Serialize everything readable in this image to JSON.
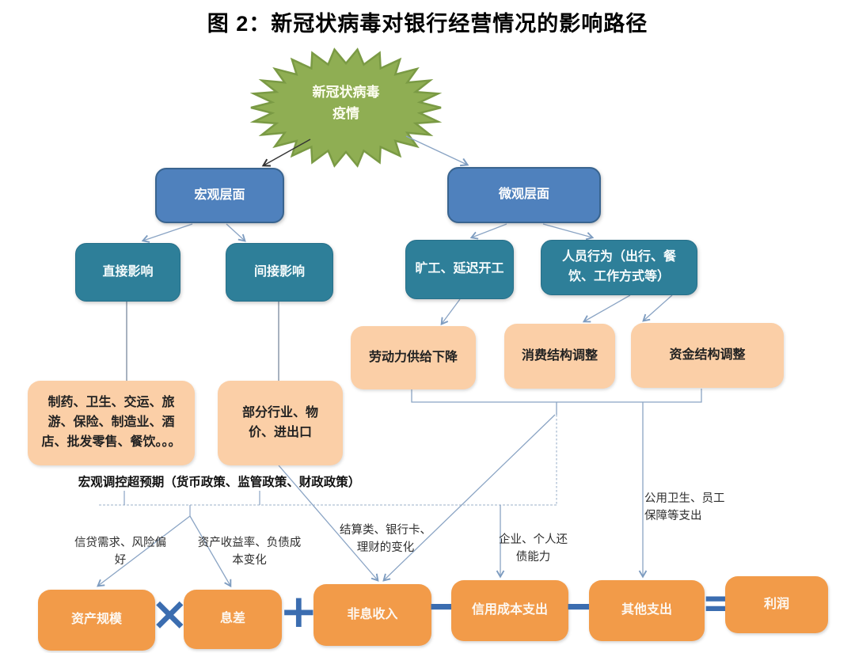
{
  "title": "图 2：新冠状病毒对银行经营情况的影响路径",
  "starburst": {
    "line1": "新冠状病毒",
    "line2": "疫情"
  },
  "nodes": {
    "macro": "宏观层面",
    "micro": "微观层面",
    "direct": "直接影响",
    "indirect": "间接影响",
    "absenteeism": "旷工、延迟开工",
    "behavior": "人员行为（出行、餐饮、工作方式等）",
    "labor_supply": "劳动力供给下降",
    "consumption_adjust": "消费结构调整",
    "capital_adjust": "资金结构调整",
    "industries": "制药、卫生、交运、旅游、保险、制造业、酒店、批发零售、餐饮。。。",
    "partial_industries": "部分行业、物价、进出口"
  },
  "annotations": {
    "macro_policy": "宏观调控超预期（货币政策、监管政策、财政政策）",
    "credit_demand": "信贷需求、风险偏好",
    "asset_yield": "资产收益率、负债成本变化",
    "settlement_change": "结算类、银行卡、理财的变化",
    "repayment_ability": "企业、个人还债能力",
    "public_health_expense": "公用卫生、员工保障等支出"
  },
  "formula": {
    "asset_scale": "资产规模",
    "interest_spread": "息差",
    "non_interest_income": "非息收入",
    "credit_cost": "信用成本支出",
    "other_expense": "其他支出",
    "profit": "利润",
    "operators": [
      "×",
      "+",
      "−",
      "−",
      "="
    ]
  },
  "colors": {
    "starburst_fill": "#8fae53",
    "level_box": "#4f81bd",
    "impact_box": "#2e7f99",
    "result_box": "#fbcfa7",
    "formula_box": "#f29b49",
    "operator": "#3b6db0",
    "connector": "#8aa4c4"
  }
}
